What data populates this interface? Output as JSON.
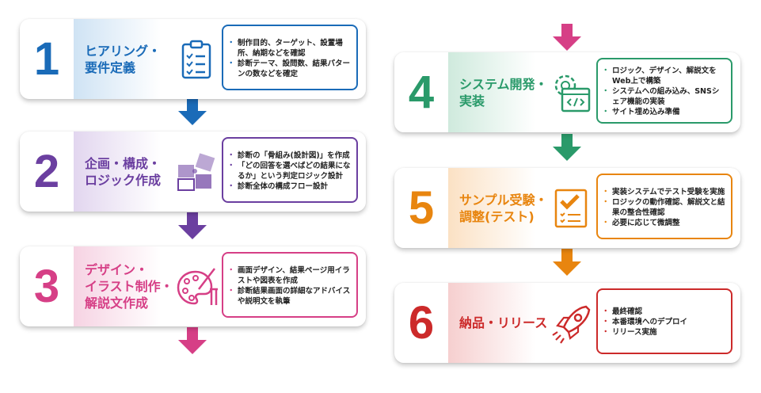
{
  "steps": [
    {
      "number": "1",
      "title": [
        "ヒアリング・",
        "要件定義"
      ],
      "color": "#1a6bb8",
      "tint": "#cfe3f4",
      "icon": "clipboard-checklist-icon",
      "bullets": [
        "制作目的、ターゲット、設置場所、納期などを確認",
        "診断テーマ、設問数、結果パターンの数などを確定"
      ]
    },
    {
      "number": "2",
      "title": [
        "企画・構成・",
        "ロジック作成"
      ],
      "color": "#6b3fa0",
      "tint": "#e2d6ef",
      "icon": "puzzle-icon",
      "bullets": [
        "診断の「骨組み(設計図)」を作成",
        "「どの回答を選べばどの結果になるか」という判定ロジック設計",
        "診断全体の構成フロー設計"
      ]
    },
    {
      "number": "3",
      "title": [
        "デザイン・",
        "イラスト制作・",
        "解説文作成"
      ],
      "color": "#d63f86",
      "tint": "#f6d3e3",
      "icon": "palette-brush-icon",
      "bullets": [
        "画面デザイン、結果ページ用イラストや図表を作成",
        "診断結果画面の詳細なアドバイスや説明文を執筆"
      ]
    },
    {
      "number": "4",
      "title": [
        "システム開発・",
        "実装"
      ],
      "color": "#2a9a6a",
      "tint": "#cfeadd",
      "icon": "gear-code-icon",
      "bullets": [
        "ロジック、デザイン、解説文をWeb上で構築",
        "システムへの組み込み、SNSシェア機能の実装",
        "サイト埋め込み準備"
      ]
    },
    {
      "number": "5",
      "title": [
        "サンプル受験・",
        "調整(テスト)"
      ],
      "color": "#e8850f",
      "tint": "#fbe1c4",
      "icon": "checkbox-list-icon",
      "bullets": [
        "実装システムでテスト受験を実施",
        "ロジックの動作確認、解説文と結果の整合性確認",
        "必要に応じて微調整"
      ]
    },
    {
      "number": "6",
      "title": [
        "納品・リリース"
      ],
      "color": "#cc2a2a",
      "tint": "#f6cfcf",
      "icon": "rocket-icon",
      "bullets": [
        "最終確認",
        "本番環境へのデプロイ",
        "リリース実施"
      ]
    }
  ]
}
